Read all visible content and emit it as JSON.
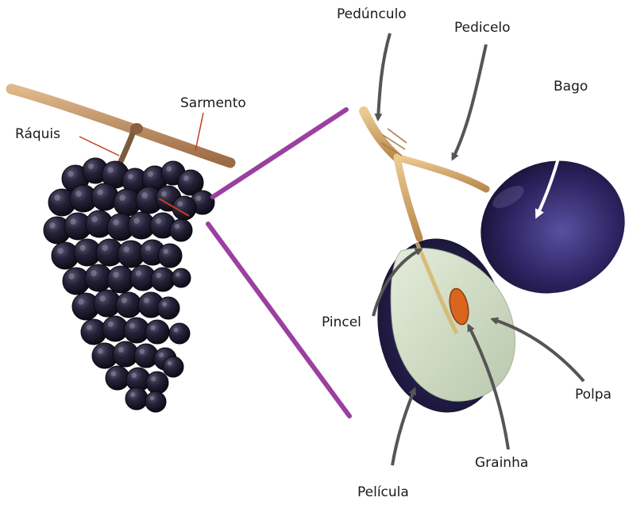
{
  "labels": {
    "sarmento": "Sarmento",
    "raquis": "Ráquis",
    "peduncle": "Pedúnculo",
    "pedicel": "Pedicelo",
    "berry": "Bago",
    "brush": "Pincel",
    "pulp": "Polpa",
    "seed": "Grainha",
    "skin": "Película"
  },
  "colors": {
    "connector": "#9b3fa0",
    "grape_dark": "#1e1a2e",
    "berry_purple": "#3a2e6e",
    "pulp": "#c9d6bf",
    "seed": "#d9651f",
    "stem": "#d9b37a",
    "arrow": "#555555",
    "leader_red": "#c83a1f"
  }
}
